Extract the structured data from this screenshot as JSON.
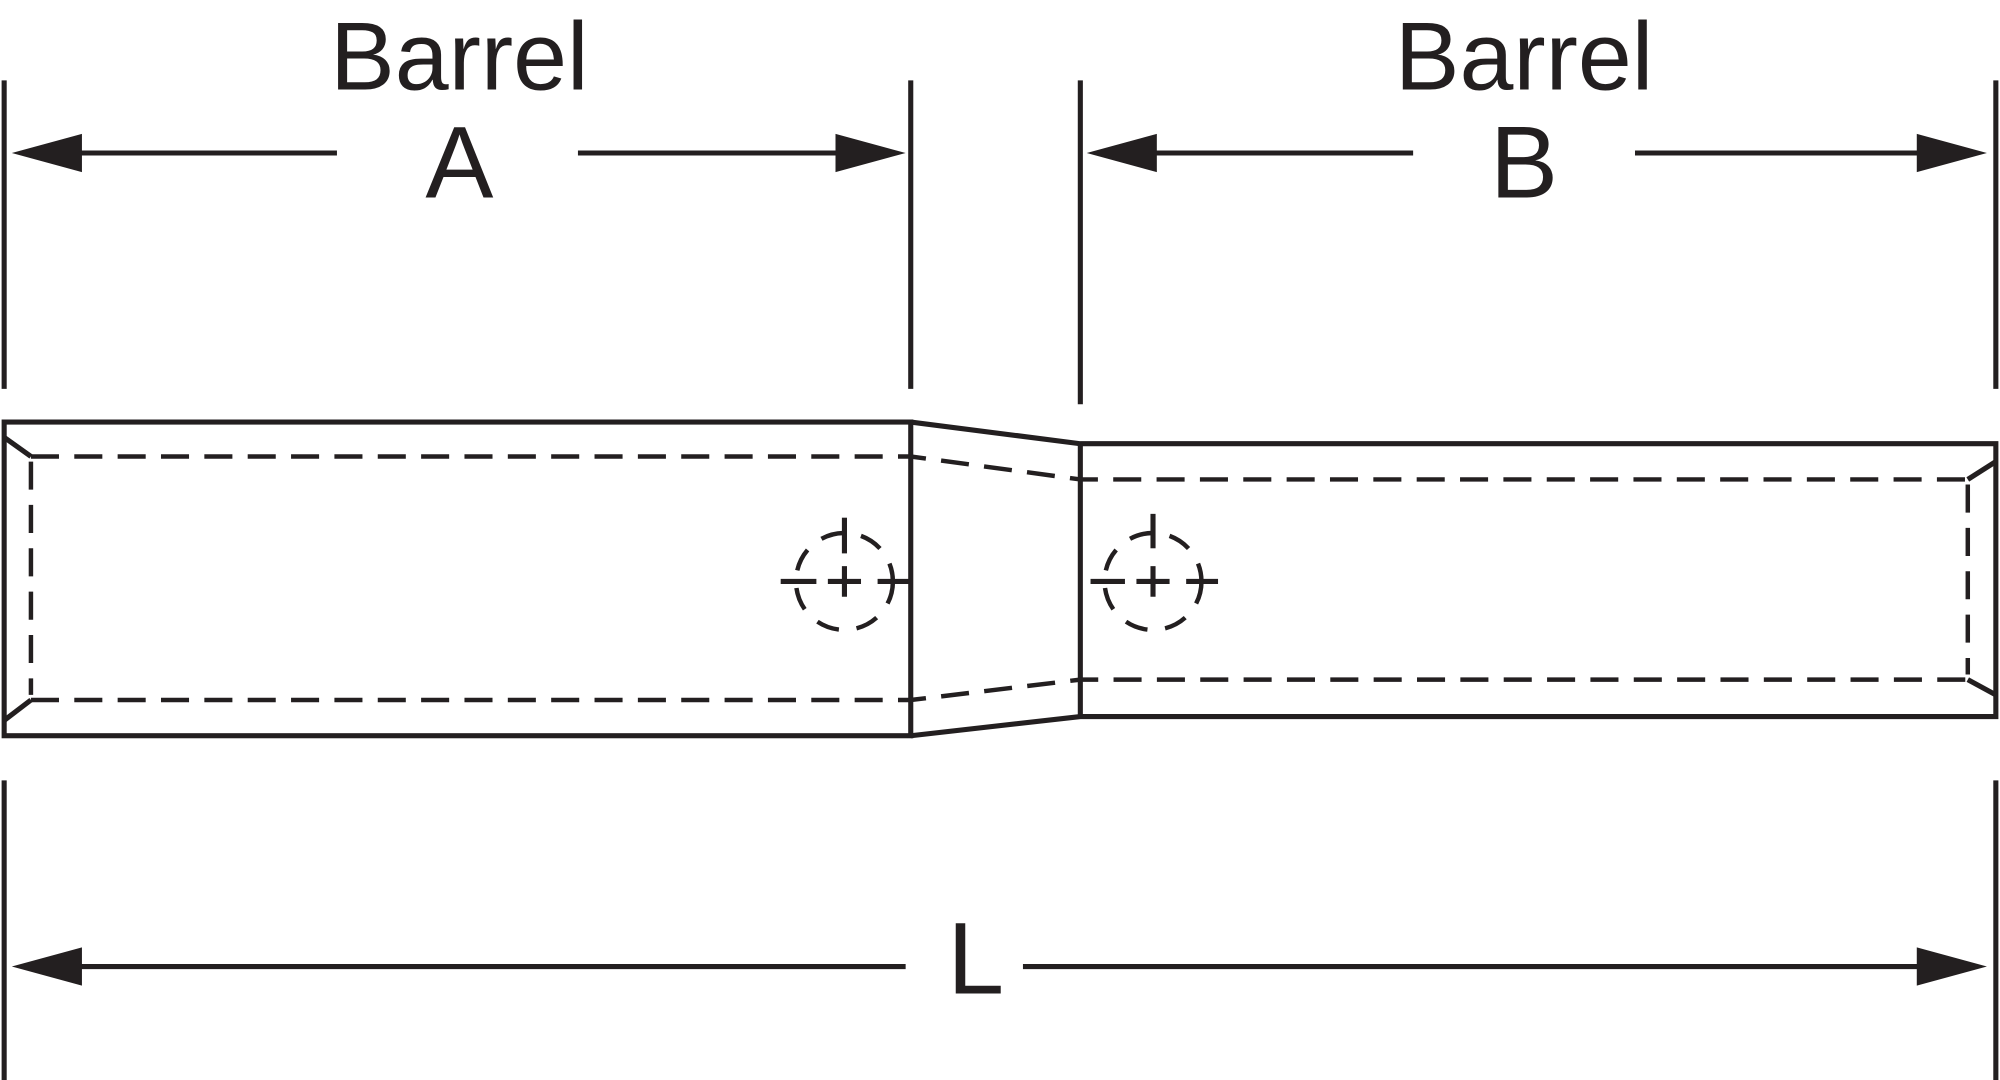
{
  "diagram": {
    "barrel_a": {
      "title": "Barrel",
      "letter": "A"
    },
    "barrel_b": {
      "title": "Barrel",
      "letter": "B"
    },
    "overall_length": {
      "letter": "L"
    },
    "colors": {
      "line": "#231f20",
      "background": "#ffffff"
    }
  }
}
